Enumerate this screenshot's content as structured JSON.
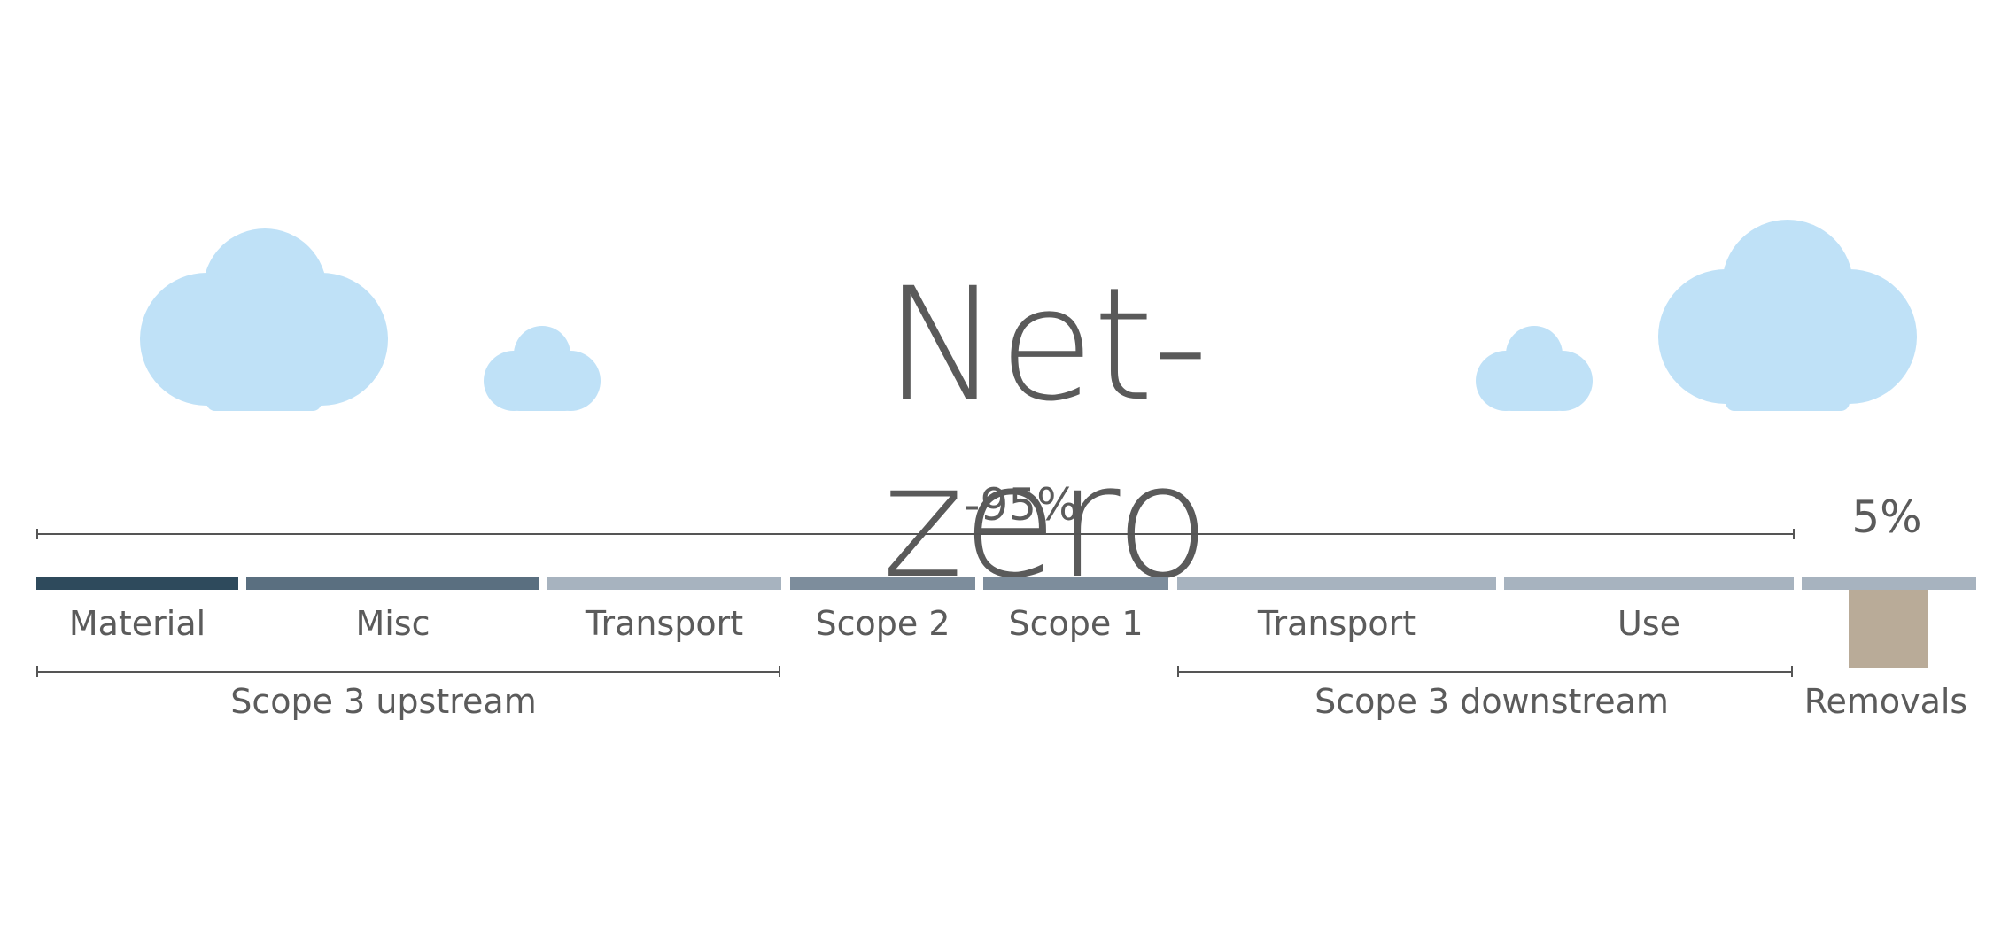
{
  "title": "Net-zero",
  "reduction_label": "-95%",
  "removal_label": "5%",
  "colors": {
    "cloud": "#bfe1f7",
    "dark": "#2e4a5c",
    "mid": "#5a6f80",
    "light": "#a7b3bf",
    "medium": "#7d8d9c",
    "removal": "#b9ab98",
    "text": "#5a5a5a"
  },
  "segments": [
    {
      "label": "Material",
      "color": "dark"
    },
    {
      "label": "Misc",
      "color": "mid"
    },
    {
      "label": "Transport",
      "color": "light"
    },
    {
      "label": "Scope 2",
      "color": "medium"
    },
    {
      "label": "Scope 1",
      "color": "medium"
    },
    {
      "label": "Transport",
      "color": "light"
    },
    {
      "label": "Use",
      "color": "light"
    },
    {
      "label": "",
      "color": "light"
    }
  ],
  "groups": {
    "upstream": "Scope 3 upstream",
    "downstream": "Scope 3 downstream",
    "removals": "Removals"
  }
}
